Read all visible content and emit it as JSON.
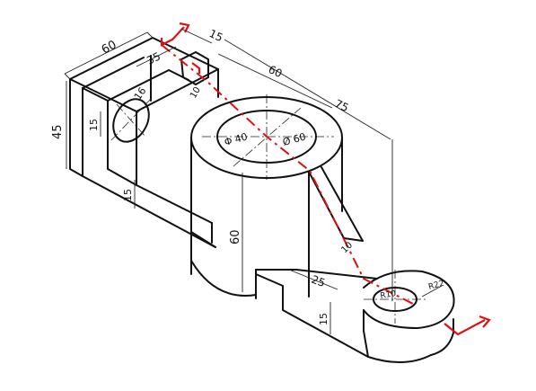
{
  "drawing": {
    "dimensions": {
      "d_base_depth": "60",
      "d_top_width": "15",
      "d_slot_width": "35",
      "d_hole_left": "16",
      "d_slot_small": "10",
      "d_hub_offset": "60",
      "d_overall": "75",
      "d_height_left": "45",
      "d_hole_v": "15",
      "d_wall": "15",
      "d_hub_height": "60",
      "d_inner_dia": "Φ 40",
      "d_outer_dia": "Ø 60",
      "d_rib_length": "25",
      "d_rib_thick": "10",
      "d_base_thick": "15",
      "d_boss_inner": "R10",
      "d_boss_outer": "R22"
    },
    "colors": {
      "line": "#111111",
      "cutting_plane": "#e01010"
    }
  }
}
